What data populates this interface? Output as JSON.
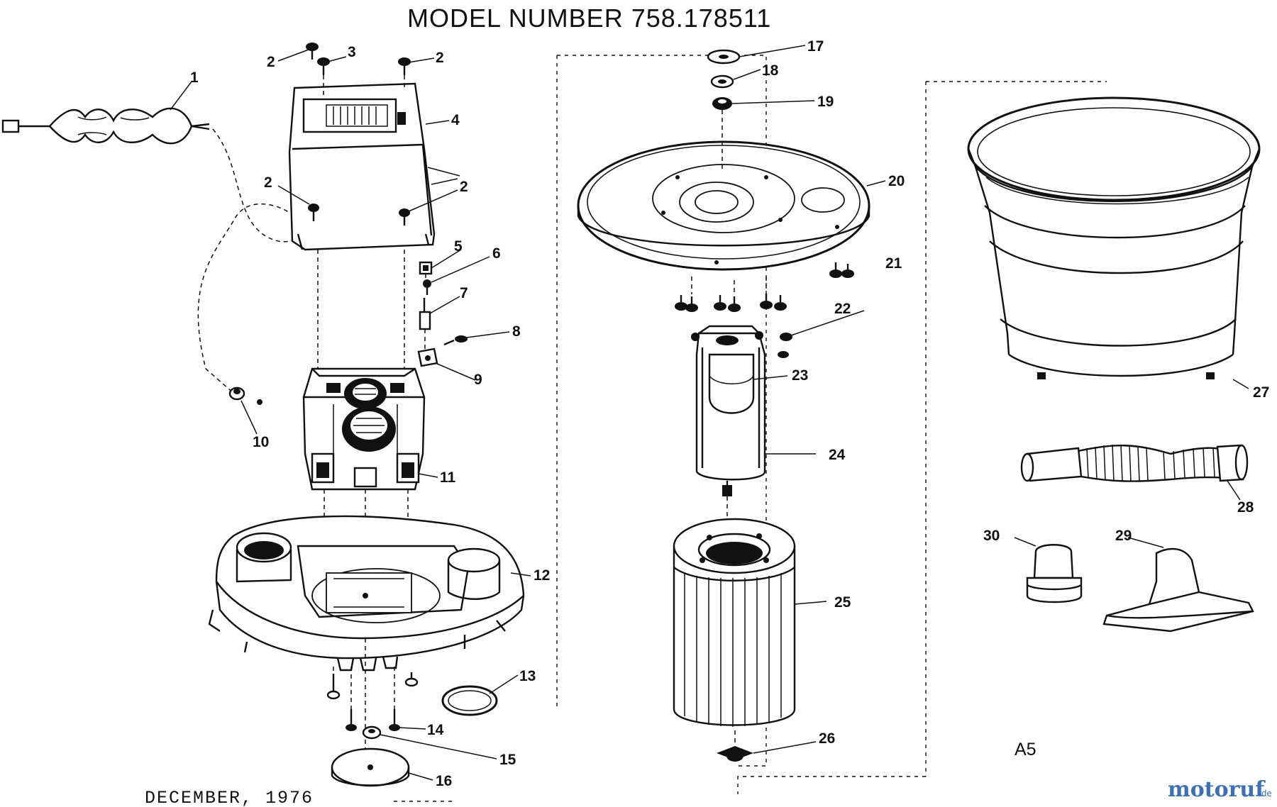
{
  "title": "MODEL NUMBER 758.178511",
  "date_line": "DECEMBER, 1976",
  "sheet_id": "A5",
  "watermark": {
    "brand": "motoruf",
    "suffix": ".de"
  },
  "callouts": [
    {
      "id": "c2a",
      "label": "2"
    },
    {
      "id": "c3",
      "label": "3"
    },
    {
      "id": "c2b",
      "label": "2"
    },
    {
      "id": "c1",
      "label": "1"
    },
    {
      "id": "c4",
      "label": "4"
    },
    {
      "id": "c2c",
      "label": "2"
    },
    {
      "id": "c2d",
      "label": "2"
    },
    {
      "id": "c5",
      "label": "5"
    },
    {
      "id": "c6",
      "label": "6"
    },
    {
      "id": "c7",
      "label": "7"
    },
    {
      "id": "c8",
      "label": "8"
    },
    {
      "id": "c9",
      "label": "9"
    },
    {
      "id": "c10",
      "label": "10"
    },
    {
      "id": "c11",
      "label": "11"
    },
    {
      "id": "c12",
      "label": "12"
    },
    {
      "id": "c13",
      "label": "13"
    },
    {
      "id": "c14",
      "label": "14"
    },
    {
      "id": "c15",
      "label": "15"
    },
    {
      "id": "c16",
      "label": "16"
    },
    {
      "id": "c17",
      "label": "17"
    },
    {
      "id": "c18",
      "label": "18"
    },
    {
      "id": "c19",
      "label": "19"
    },
    {
      "id": "c20",
      "label": "20"
    },
    {
      "id": "c21",
      "label": "21"
    },
    {
      "id": "c22",
      "label": "22"
    },
    {
      "id": "c23",
      "label": "23"
    },
    {
      "id": "c24",
      "label": "24"
    },
    {
      "id": "c25",
      "label": "25"
    },
    {
      "id": "c26",
      "label": "26"
    },
    {
      "id": "c27",
      "label": "27"
    },
    {
      "id": "c28",
      "label": "28"
    },
    {
      "id": "c29",
      "label": "29"
    },
    {
      "id": "c30",
      "label": "30"
    }
  ]
}
